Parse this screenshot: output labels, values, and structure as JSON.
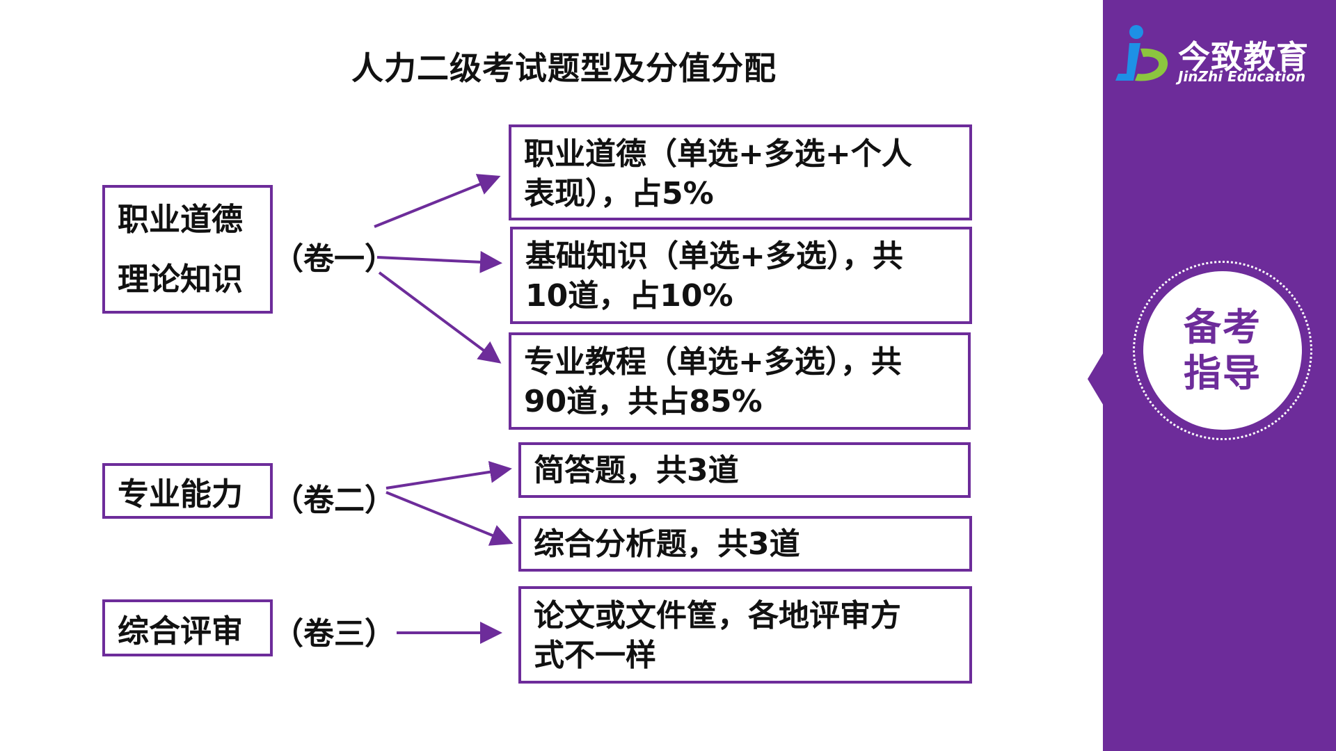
{
  "title": "人力二级考试题型及分值分配",
  "categories": [
    {
      "line1": "职业道德",
      "line2": "理论知识",
      "paper": "（卷一）"
    },
    {
      "line1": "专业能力",
      "paper": "（卷二）"
    },
    {
      "line1": "综合评审",
      "paper": "（卷三）"
    }
  ],
  "items": [
    {
      "line1": "职业道德（单选+多选+个人",
      "line2": "表现），占5%"
    },
    {
      "line1": "基础知识（单选+多选），共",
      "line2": "10道，占10%"
    },
    {
      "line1": "专业教程（单选+多选），共",
      "line2": "90道，共占85%"
    },
    {
      "line1": "简答题，共3道"
    },
    {
      "line1": "综合分析题，共3道"
    },
    {
      "line1": "论文或文件筐，各地评审方",
      "line2": "式不一样"
    }
  ],
  "sidebar": {
    "logo_name": "今致教育",
    "logo_sub": "JinZhi Education",
    "badge_line1": "备考",
    "badge_line2": "指导"
  },
  "colors": {
    "accent": "#6d2c9a",
    "logo_blue": "#1e90e6",
    "logo_green": "#8cc63f"
  }
}
